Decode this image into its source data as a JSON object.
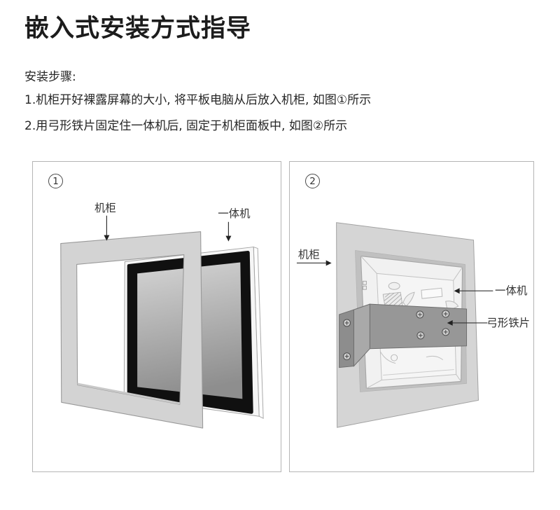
{
  "page": {
    "title": "嵌入式安装方式指导",
    "steps_heading": "安装步骤:",
    "steps": [
      "1.机柜开好裸露屏幕的大小, 将平板电脑从后放入机柜, 如图①所示",
      "2.用弓形铁片固定住一体机后, 固定于机柜面板中, 如图②所示"
    ]
  },
  "figure1": {
    "badge": "1",
    "labels": {
      "cabinet": "机柜",
      "all_in_one": "一体机"
    }
  },
  "figure2": {
    "badge": "2",
    "labels": {
      "cabinet": "机柜",
      "all_in_one": "一体机",
      "bow_iron": "弓形铁片"
    }
  },
  "colors": {
    "page_bg": "#ffffff",
    "panel_border": "#b5b5b5",
    "cabinet_gray": "#d3d3d3",
    "recess_gray": "#c0c0c0",
    "bracket_gray": "#979797",
    "bezel_black": "#101010",
    "text": "#262626"
  }
}
